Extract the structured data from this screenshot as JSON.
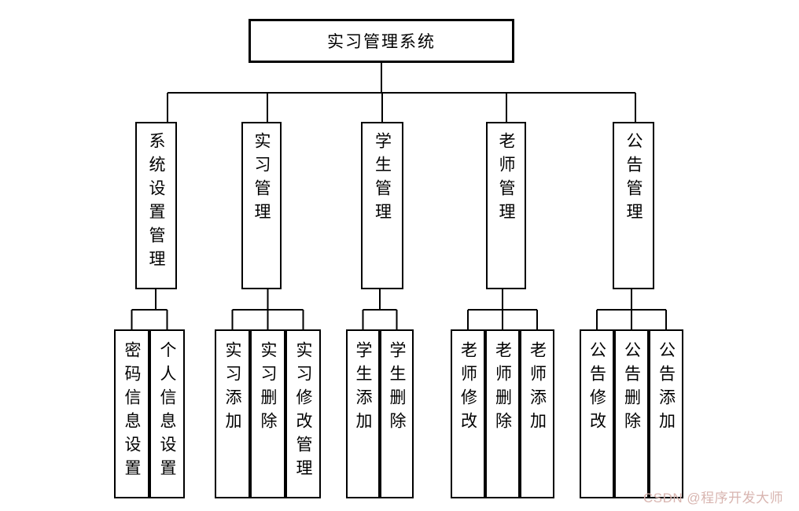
{
  "diagram": {
    "root": {
      "label": "实习管理系统"
    },
    "branches": [
      {
        "label": "系统设置管理",
        "children": [
          "密码信息设置",
          "个人信息设置"
        ]
      },
      {
        "label": "实习管理",
        "children": [
          "实习添加",
          "实习删除",
          "实习修改管理"
        ]
      },
      {
        "label": "学生管理",
        "children": [
          "学生添加",
          "学生删除"
        ]
      },
      {
        "label": "老师管理",
        "children": [
          "老师修改",
          "老师删除",
          "老师添加"
        ]
      },
      {
        "label": "公告管理",
        "children": [
          "公告修改",
          "公告删除",
          "公告添加"
        ]
      }
    ],
    "colors": {
      "line": "#000000",
      "box_fill": "#ffffff",
      "text": "#000000",
      "watermark": "#d8b5b0"
    }
  },
  "watermark": {
    "text": "CSDN @程序开发大师"
  }
}
